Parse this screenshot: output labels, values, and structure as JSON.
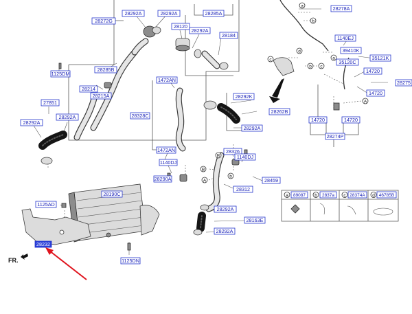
{
  "labels": {
    "l28272G": "28272G",
    "l28292A_a": "28292A",
    "l28292A_b": "28292A",
    "l28120": "28120",
    "l28285A": "28285A",
    "l28292A_c": "28292A",
    "l28184": "28184",
    "l28278A": "28278A",
    "l1140EJ": "1140EJ",
    "l39410K": "39410K",
    "l35121K": "35121K",
    "l35120C": "35120C",
    "l14720_a": "14720",
    "l28275": "28275",
    "l14720_b": "14720",
    "l1125DM": "1125DM",
    "l28285B": "28285B",
    "l28214": "28214",
    "l28215A": "28215A",
    "l27851": "27851",
    "l28292A_d": "28292A",
    "l28292A_e": "28292A",
    "l1472AN_a": "1472AN",
    "l28292K": "28292K",
    "l28262B": "28262B",
    "l28292A_f": "28292A",
    "l28328C": "28328C",
    "l14720_c": "14720",
    "l14720_d": "14720",
    "l28274P": "28274P",
    "l1472AN_b": "1472AN",
    "l1140DJ_a": "1140DJ",
    "l28290A": "28290A",
    "l28326": "28326",
    "l1140DJ_b": "1140DJ",
    "l28312": "28312",
    "l28459": "28459",
    "l28190C": "28190C",
    "l1125AD": "1125AD",
    "l28292A_g": "28292A",
    "l28163E": "28163E",
    "l28292A_h": "28292A",
    "l28232": "28232",
    "l1125DN": "1125DN"
  },
  "legend": {
    "a_letter": "a",
    "a_part": "89087",
    "b_letter": "b",
    "b_part": "2837a",
    "c_letter": "c",
    "c_part": "28374A",
    "d_letter": "d",
    "d_part": "46785B"
  },
  "callouts": {
    "a1": "a",
    "a2": "a",
    "a3": "A",
    "a4": "A",
    "b1": "b",
    "b2": "b",
    "b3": "b",
    "b4": "B",
    "b5": "B",
    "c1": "c",
    "c2": "c",
    "d1": "d"
  },
  "direction_label": "FR.",
  "colors": {
    "label_text": "#1a22b8",
    "label_border": "#2233cc",
    "highlight_fill": "#2a3fd8",
    "pointer_arrow": "#e0141e"
  },
  "icons": {
    "direction": "arrow-icon",
    "pointer": "red-pointer-arrow-icon"
  }
}
